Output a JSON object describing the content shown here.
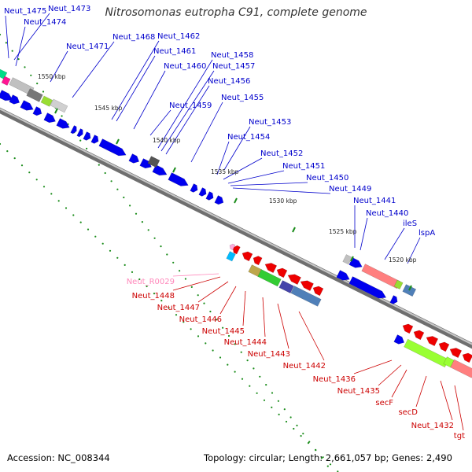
{
  "title": "Nitrosomonas eutropha C91, complete genome",
  "footer": {
    "accession": "Accession: NC_008344",
    "summary": "Topology: circular; Length: 2,661,057 bp; Genes: 2,490"
  },
  "colors": {
    "forward_label": "#0000cc",
    "reverse_label": "#cc0000",
    "rna_label": "#ff88bb",
    "backbone": "#888888",
    "tick": "#1a8c1a"
  },
  "scale_ticks": [
    "1550 kbp",
    "1545 kbp",
    "1540 kbp",
    "1535 kbp",
    "1530 kbp",
    "1525 kbp",
    "1520 kbp"
  ],
  "forward_labels": [
    "Neut_1475",
    "Neut_1473",
    "Neut_1474",
    "Neut_1471",
    "Neut_1468",
    "Neut_1462",
    "Neut_1461",
    "Neut_1460",
    "Neut_1458",
    "Neut_1457",
    "Neut_1456",
    "Neut_1459",
    "Neut_1455",
    "Neut_1453",
    "Neut_1454",
    "Neut_1452",
    "Neut_1451",
    "Neut_1450",
    "Neut_1449",
    "Neut_1441",
    "Neut_1440",
    "ileS",
    "lspA"
  ],
  "reverse_labels": [
    "Neut_R0029",
    "Neut_1448",
    "Neut_1447",
    "Neut_1446",
    "Neut_1445",
    "Neut_1444",
    "Neut_1443",
    "Neut_1442",
    "Neut_1436",
    "Neut_1435",
    "secF",
    "secD",
    "Neut_1432",
    "tgt"
  ]
}
